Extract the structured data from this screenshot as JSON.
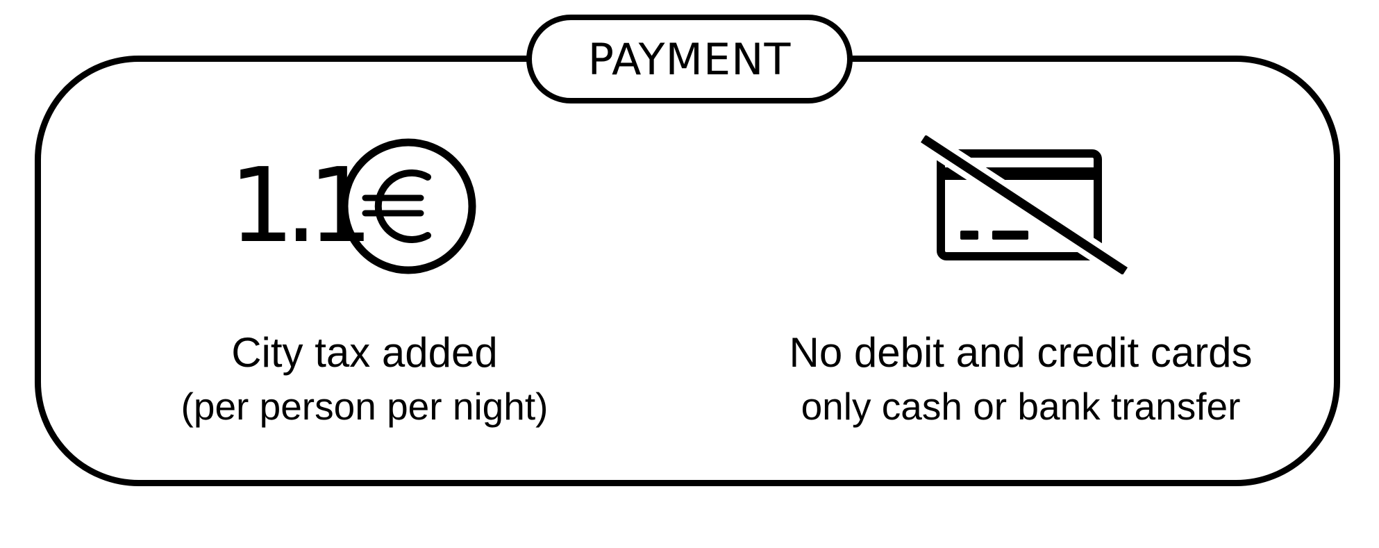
{
  "title": "PAYMENT",
  "city_tax": {
    "amount": "1.1",
    "currency_icon": "euro-circle-icon",
    "line1": "City tax added",
    "line2": "(per person per night)"
  },
  "cards": {
    "icon": "credit-card-crossed-icon",
    "line1": "No debit and credit cards",
    "line2": "only cash or bank transfer"
  },
  "colors": {
    "foreground": "#000000",
    "background": "#ffffff"
  }
}
